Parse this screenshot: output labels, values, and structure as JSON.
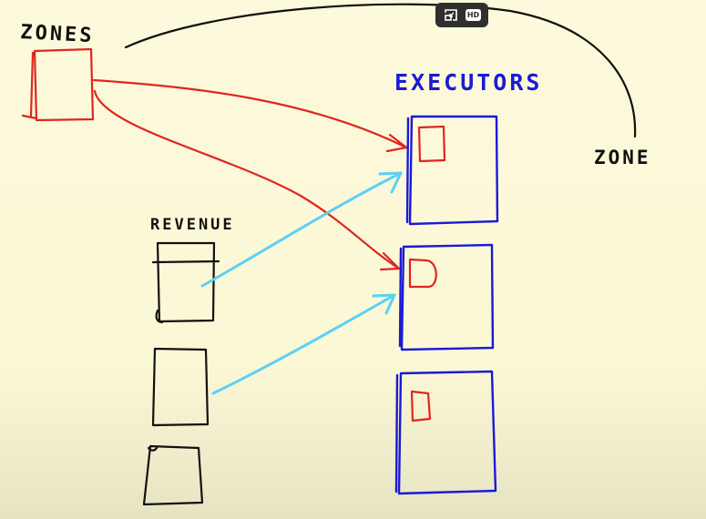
{
  "labels": {
    "zones": "ZONES",
    "zone": "ZONE",
    "executors": "EXECUTORS",
    "revenue": "REVENUE"
  },
  "player": {
    "hd_label": "HD"
  },
  "colors": {
    "zones_ink": "#e0261f",
    "executors_ink": "#1a1ad6",
    "revenue_ink": "#111111",
    "data_arrow": "#5cd0f5",
    "background": "#fbf8d8"
  },
  "icons": [
    "collapse-window-icon",
    "hd-icon"
  ]
}
